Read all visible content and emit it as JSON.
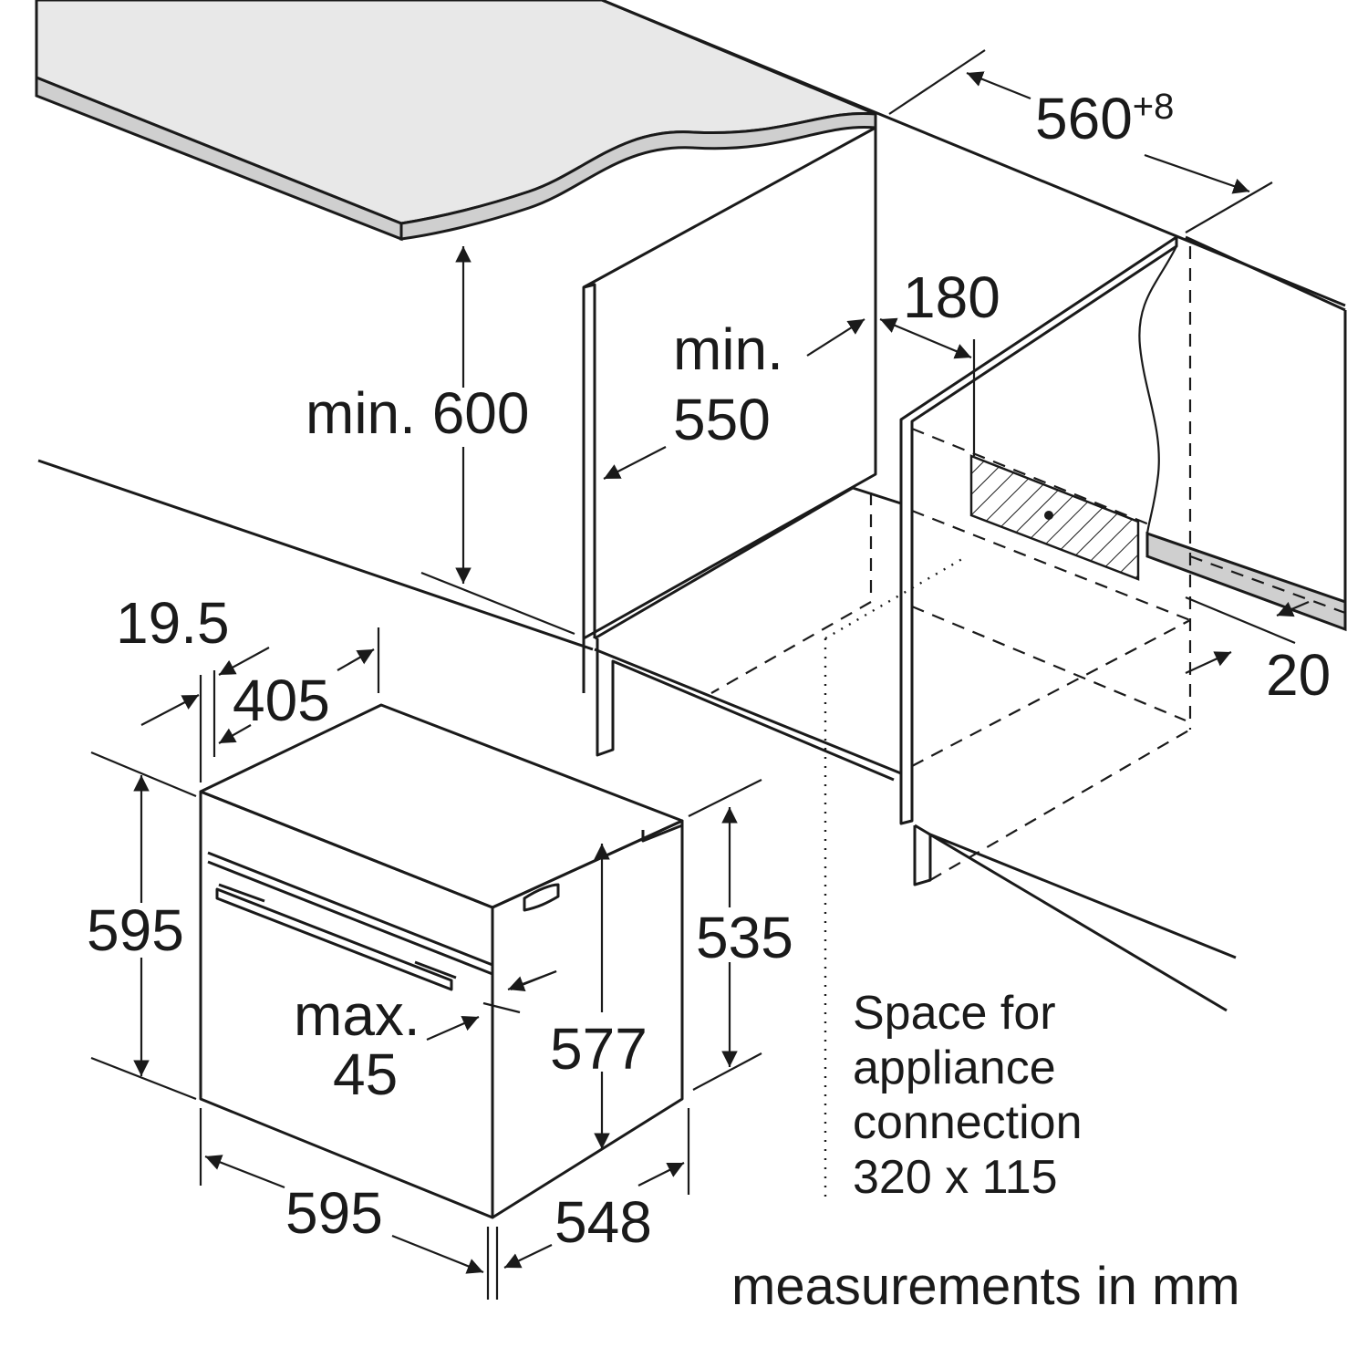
{
  "diagram": {
    "labels": {
      "width_opening": "560",
      "width_opening_tol": "+8",
      "height_opening": "min. 600",
      "depth_min_line1": "min.",
      "depth_min_line2": "550",
      "rear_gap": "180",
      "bottom_gap": "20",
      "trim_offset": "19.5",
      "top_depth": "405",
      "front_height": "595",
      "body_height_outer": "535",
      "body_height_inner": "577",
      "door_label_line1": "max.",
      "door_label_line2": "45",
      "front_width": "595",
      "body_depth": "548"
    },
    "connection_note": {
      "line1": "Space for",
      "line2": "appliance",
      "line3": "connection",
      "line4": "320 x 115"
    },
    "footer": "measurements in mm"
  }
}
